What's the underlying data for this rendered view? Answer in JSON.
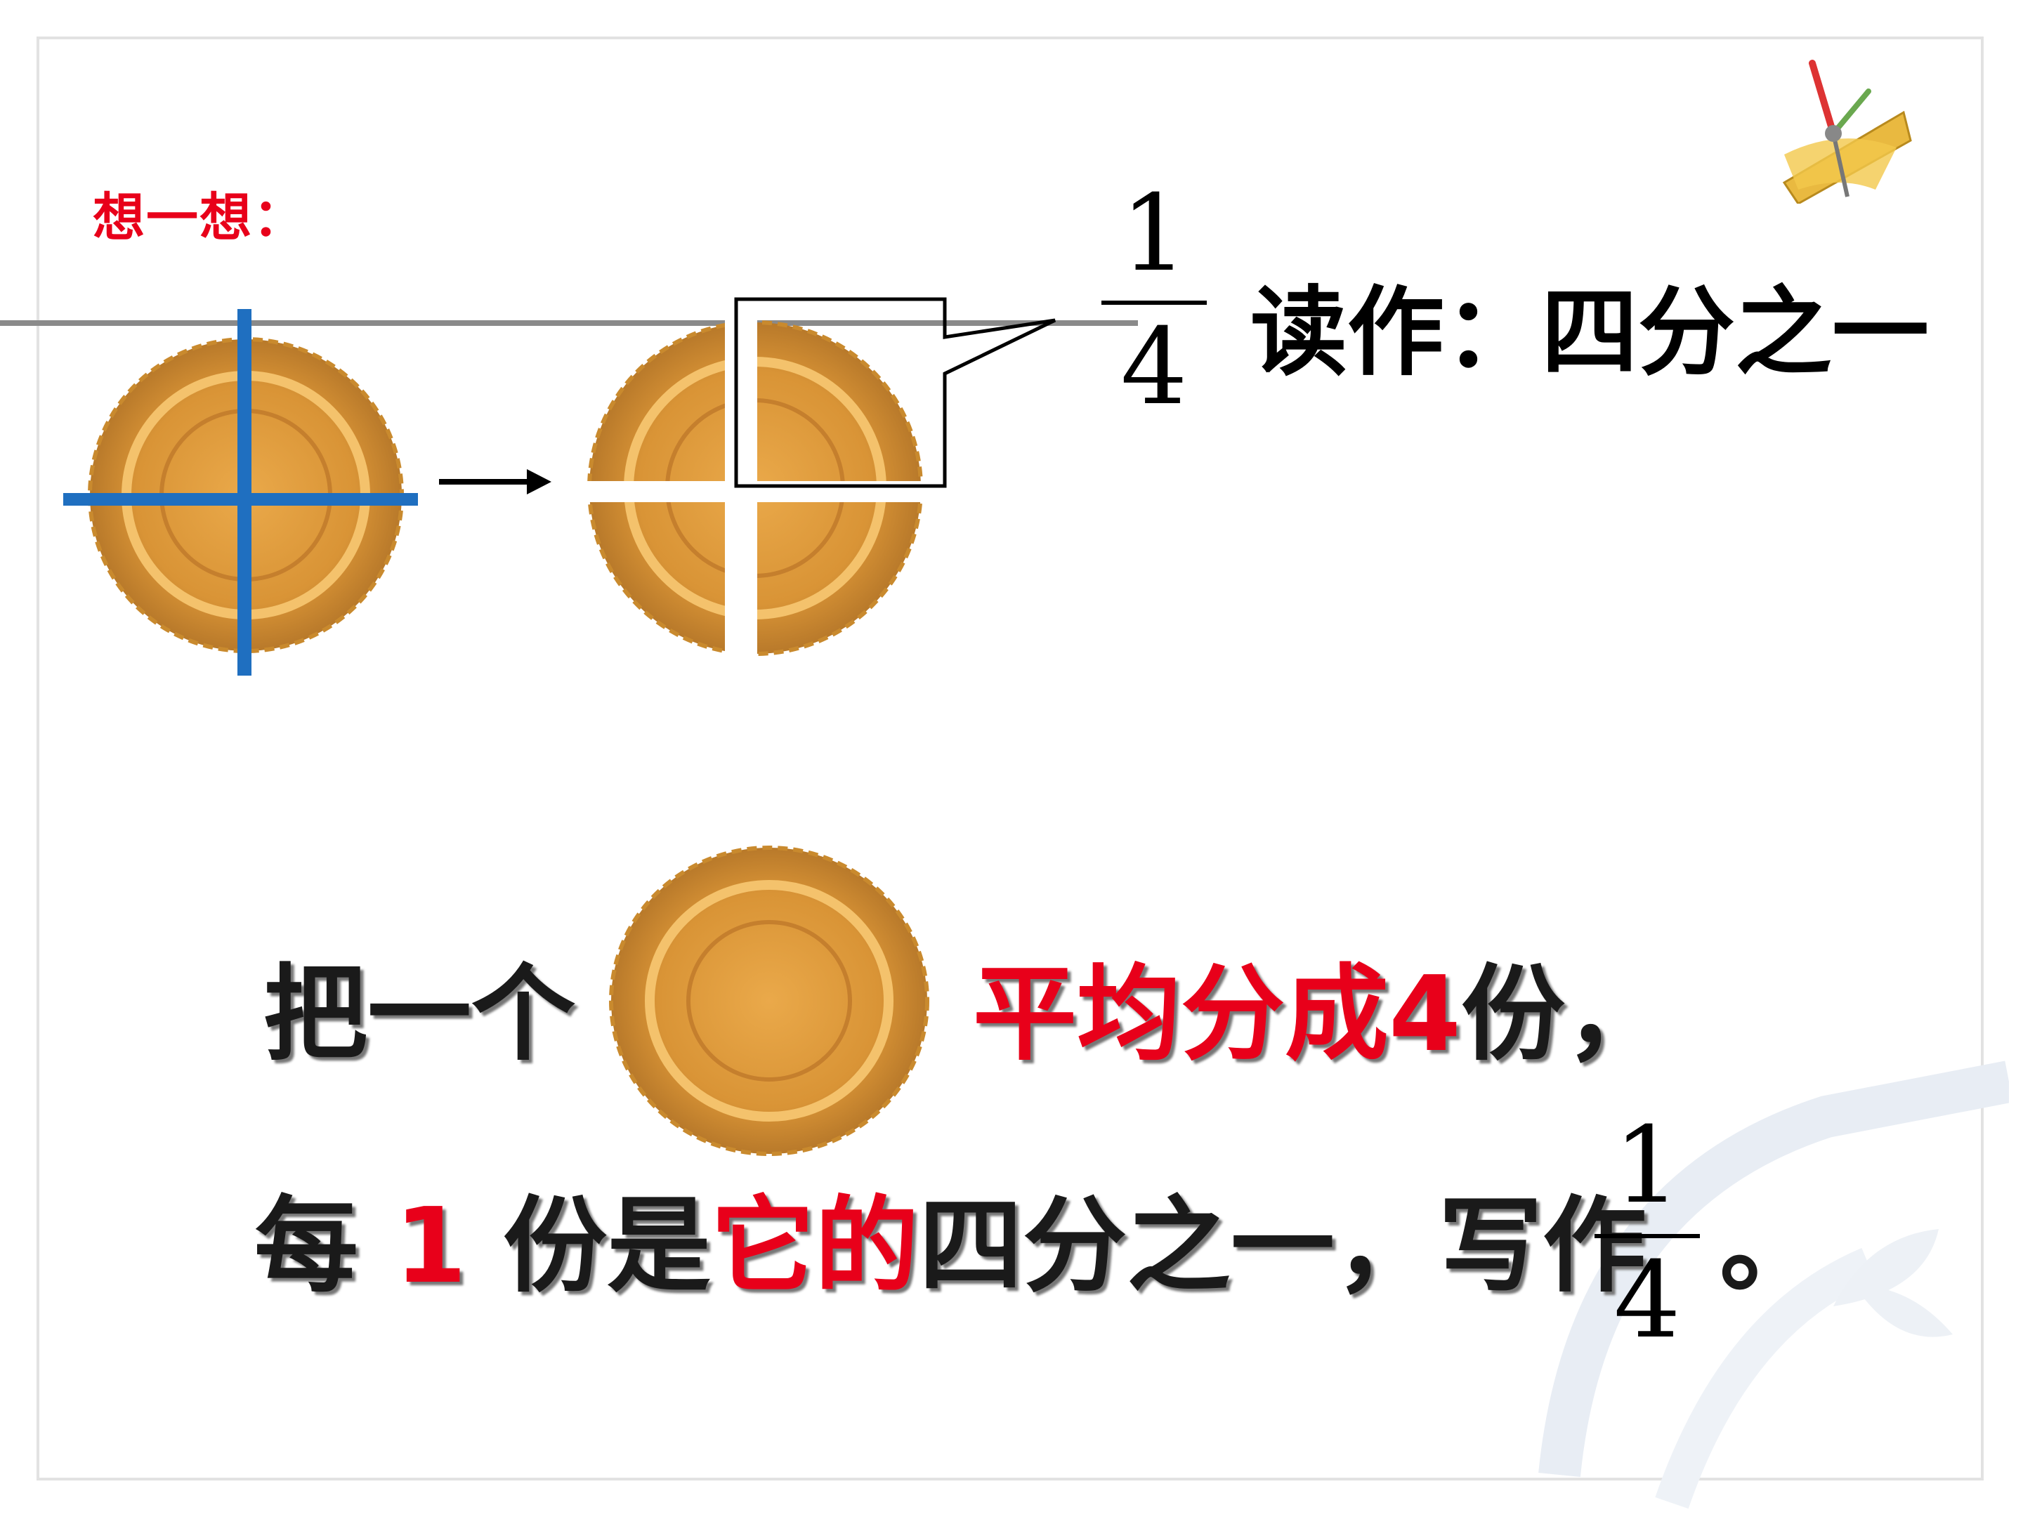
{
  "header": {
    "title": "想一想："
  },
  "fraction": {
    "numerator": "1",
    "denominator": "4"
  },
  "reading": {
    "text": "读作：四分之一"
  },
  "statement": {
    "line1_start": "把一个",
    "line1_red": "平均分成4",
    "line1_end": "份，",
    "line2_a": "每",
    "line2_b": " 1 ",
    "line2_c": "份是",
    "line2_d": "它的",
    "line2_e": "四分之一，写作",
    "period": "。"
  },
  "colors": {
    "accent_red": "#e8001a",
    "cut_line_blue": "#1f6fc0",
    "mooncake": "#d99a3a"
  },
  "icons": [
    "compass-ruler-icon",
    "mooncake-image"
  ]
}
